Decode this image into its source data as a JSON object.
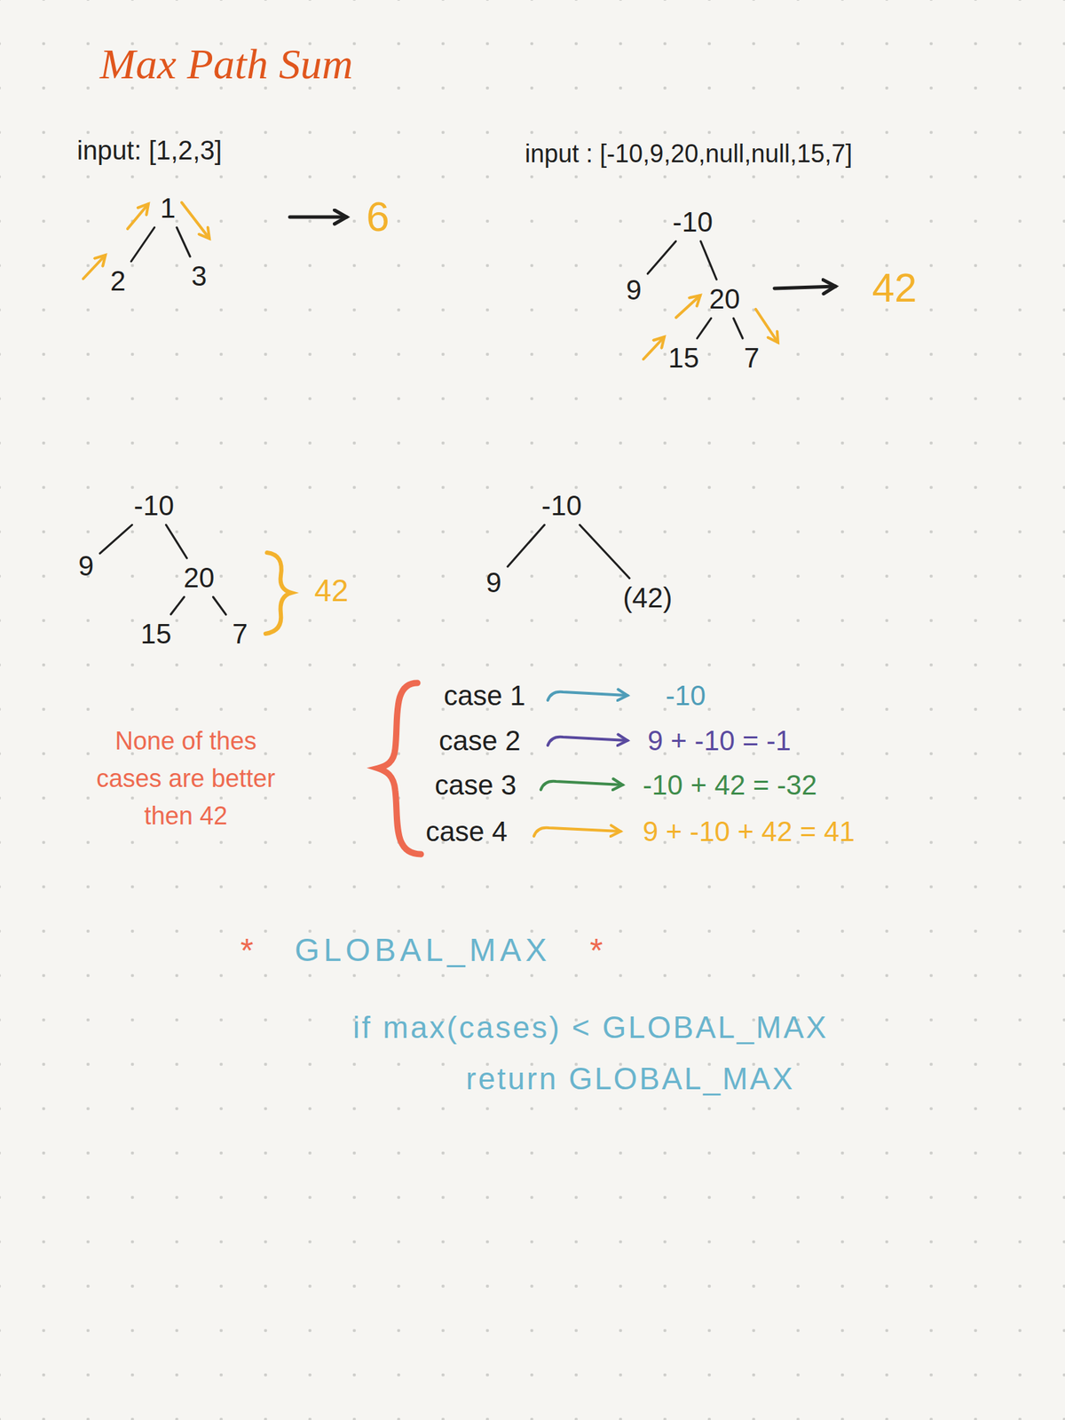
{
  "diagram": {
    "title": "Max Path Sum",
    "nodes": [
      {
        "text": [
          "1"
        ]
      },
      {
        "text": [
          "2"
        ]
      },
      {
        "text": [
          "3"
        ]
      },
      {
        "text": [
          "-10"
        ]
      },
      {
        "text": [
          "9"
        ]
      },
      {
        "text": [
          "20"
        ]
      },
      {
        "text": [
          "15"
        ]
      },
      {
        "text": [
          "7"
        ]
      },
      {
        "text": [
          "-10"
        ]
      },
      {
        "text": [
          "9"
        ]
      },
      {
        "text": [
          "20"
        ]
      },
      {
        "text": [
          "15"
        ]
      },
      {
        "text": [
          "7"
        ]
      },
      {
        "text": [
          "-10"
        ]
      },
      {
        "text": [
          "9"
        ]
      },
      {
        "text": [
          "(42)"
        ]
      }
    ],
    "edges": [
      {
        "from": 0,
        "to": 1,
        "arrow": "none"
      },
      {
        "from": 0,
        "to": 2,
        "arrow": "none"
      },
      {
        "from": 3,
        "to": 4,
        "arrow": "none"
      },
      {
        "from": 3,
        "to": 5,
        "arrow": "none"
      },
      {
        "from": 5,
        "to": 6,
        "arrow": "none"
      },
      {
        "from": 5,
        "to": 7,
        "arrow": "none"
      },
      {
        "from": 8,
        "to": 9,
        "arrow": "none"
      },
      {
        "from": 8,
        "to": 10,
        "arrow": "none"
      },
      {
        "from": 10,
        "to": 11,
        "arrow": "none"
      },
      {
        "from": 10,
        "to": 12,
        "arrow": "none"
      },
      {
        "from": 13,
        "to": 14,
        "arrow": "none"
      },
      {
        "from": 13,
        "to": 15,
        "arrow": "none"
      }
    ],
    "labels": [
      "input: [1,2,3]",
      "6",
      "input : [-10,9,20,null,null,15,7]",
      "42",
      "42",
      "None of thes cases are better then 42",
      "case 1",
      "-10",
      "case 2",
      "9 + -10 = -1",
      "case 3",
      "-10 + 42 = -32",
      "case 4",
      "9 + -10 + 42 = 41",
      "*",
      "GLOBAL_MAX",
      "*",
      "if max(cases) < GLOBAL_MAX",
      "return GLOBAL_MAX"
    ]
  }
}
